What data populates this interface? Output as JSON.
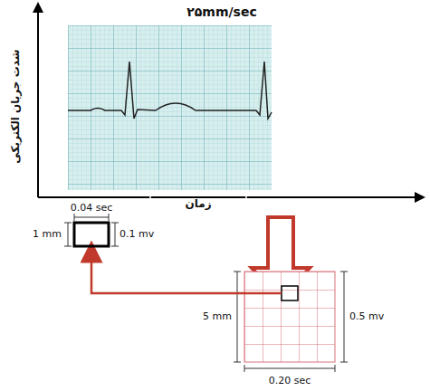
{
  "diagram": {
    "labels": [
      "۲۵mm/sec",
      "شدت جریان الکتریکی",
      "زمان",
      "0.04 sec",
      "1 mm",
      "0.1 mv",
      "5 mm",
      "0.5 mv",
      "0.20 sec"
    ]
  }
}
